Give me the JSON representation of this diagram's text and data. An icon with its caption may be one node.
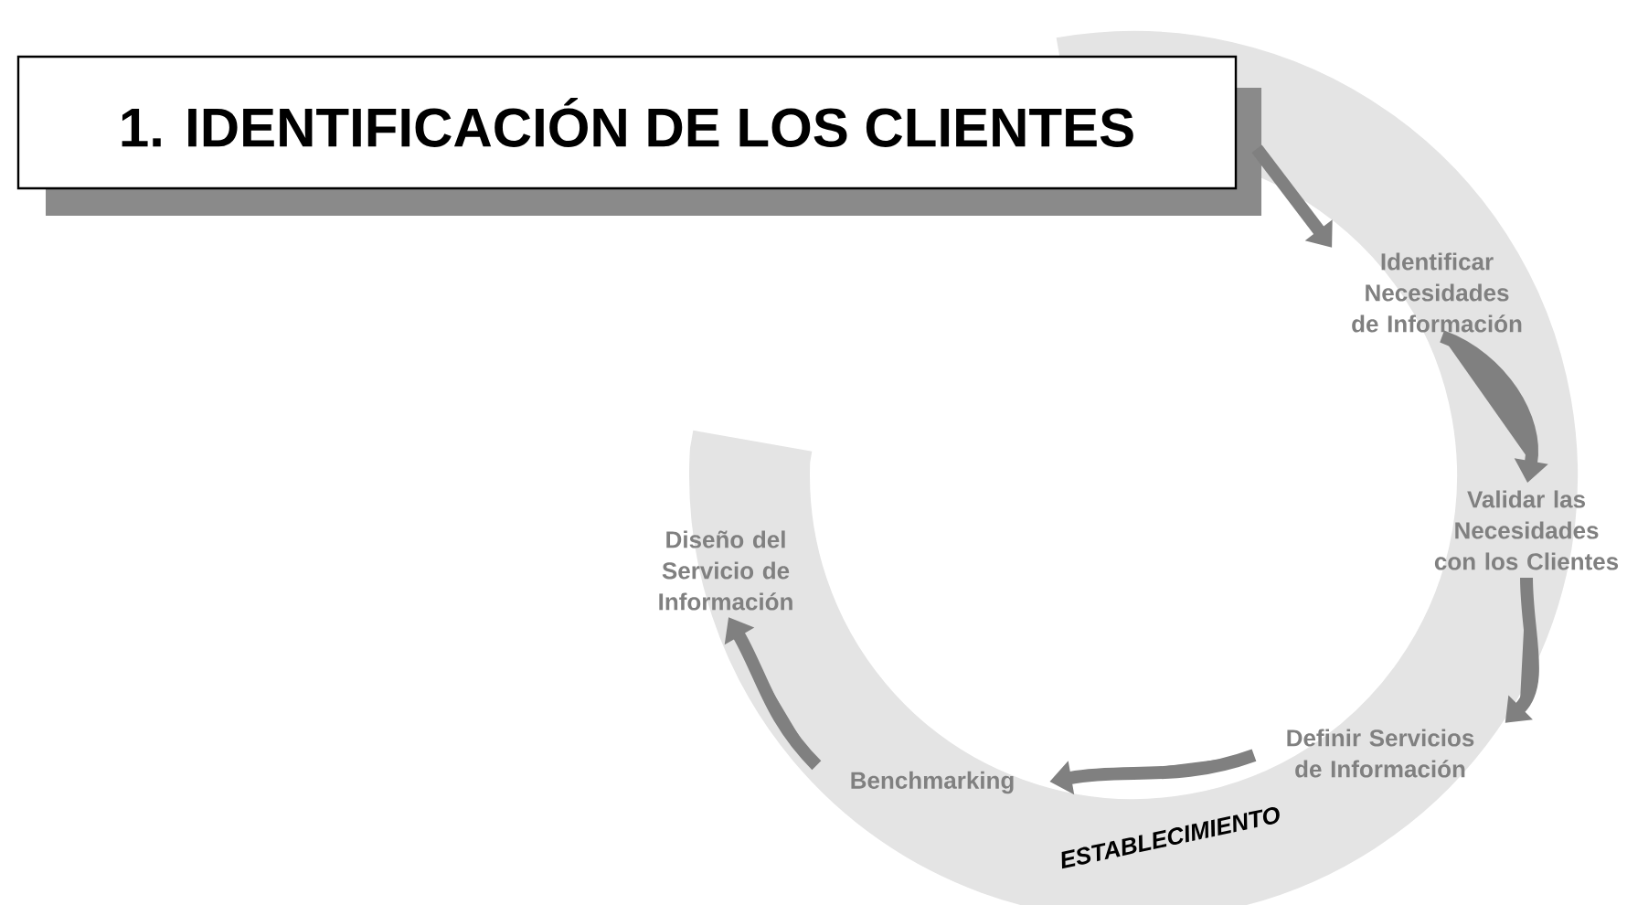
{
  "diagram": {
    "nodes": [
      {
        "text": [
          "1. IDENTIFICACIÓN DE LOS CLIENTES"
        ]
      },
      {
        "text": [
          "Identificar Necesidades de Información"
        ]
      },
      {
        "text": [
          "Validar las Necesidades con los Clientes"
        ]
      },
      {
        "text": [
          "Definir Servicios de Información"
        ]
      },
      {
        "text": [
          "Benchmarking"
        ]
      },
      {
        "text": [
          "Diseño del Servicio de Información"
        ]
      }
    ],
    "edges": [
      {
        "from": 0,
        "to": 1,
        "arrow": "to"
      },
      {
        "from": 1,
        "to": 2,
        "arrow": "to"
      },
      {
        "from": 2,
        "to": 3,
        "arrow": "to"
      },
      {
        "from": 3,
        "to": 4,
        "arrow": "to"
      },
      {
        "from": 4,
        "to": 5,
        "arrow": "to"
      }
    ],
    "labels": [
      "ESTABLECIMIENTO"
    ]
  }
}
